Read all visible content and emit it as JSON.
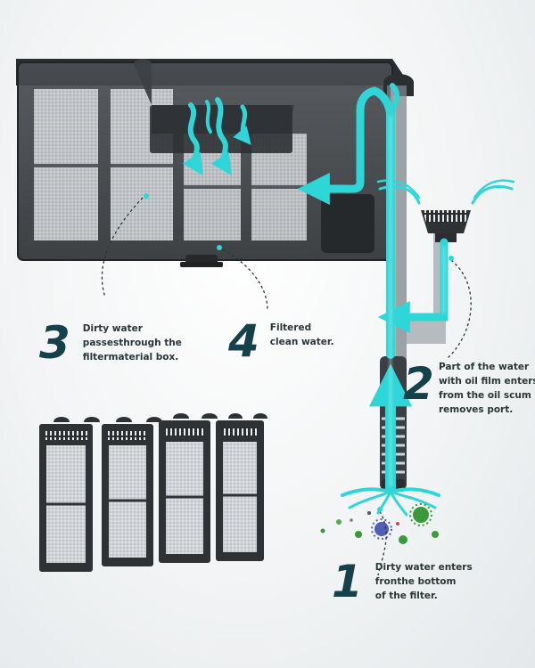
{
  "steps": [
    {
      "number": "1",
      "lines": [
        "Dirty water enters",
        "fronthe bottom",
        "of the filter."
      ]
    },
    {
      "number": "2",
      "lines": [
        "Part of the water",
        "with oil film enters",
        "from the oil scum",
        "removes port."
      ]
    },
    {
      "number": "3",
      "lines": [
        "Dirty water",
        "passesthrough the",
        "filtermaterial box."
      ]
    },
    {
      "number": "4",
      "lines": [
        "Filtered",
        "clean water."
      ]
    }
  ],
  "colors": {
    "flow": "#2fd6d8",
    "step_number": "#15424a",
    "text": "#2a3638",
    "filter_body": "#3a3d41",
    "cartridge_frame": "#2f3235",
    "bacteria": "#3a9a3a"
  },
  "icons": [
    "water-flow-arrow",
    "filter-cartridge-icon",
    "bacteria-icon",
    "oil-skimmer-icon"
  ]
}
